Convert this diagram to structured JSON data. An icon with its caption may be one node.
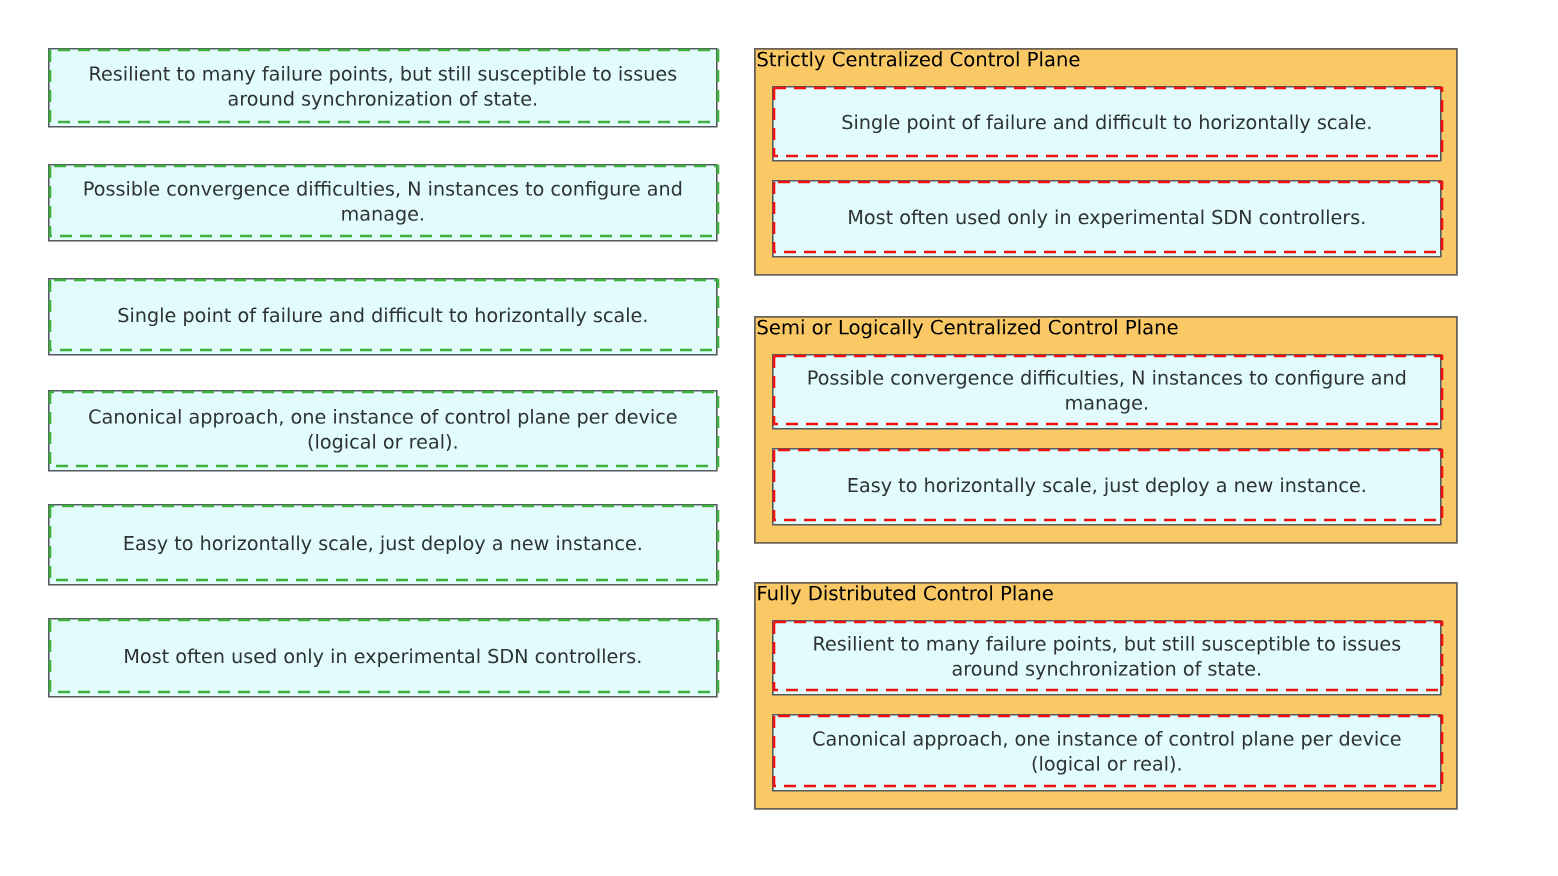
{
  "diagram": {
    "nodes": [
      {
        "text": [
          "Resilient to many failure points, but still susceptible to issues around synchronization of state."
        ]
      },
      {
        "text": [
          "Possible convergence difficulties, N instances to configure and manage."
        ]
      },
      {
        "text": [
          "Single point of failure and difficult to horizontally scale."
        ]
      },
      {
        "text": [
          "Canonical approach, one instance of control plane per device (logical or real)."
        ]
      },
      {
        "text": [
          "Easy to horizontally scale, just deploy a new instance."
        ]
      },
      {
        "text": [
          "Most often used only in experimental SDN controllers."
        ]
      },
      {
        "text": [
          "Strictly Centralized Control Plane"
        ]
      },
      {
        "text": [
          "Single point of failure and difficult to horizontally scale."
        ],
        "in": 6
      },
      {
        "text": [
          "Most often used only in experimental SDN controllers."
        ],
        "in": 6
      },
      {
        "text": [
          "Semi or Logically Centralized Control Plane"
        ]
      },
      {
        "text": [
          "Possible convergence difficulties, N instances to configure and manage."
        ],
        "in": 9
      },
      {
        "text": [
          "Easy to horizontally scale, just deploy a new instance."
        ],
        "in": 9
      },
      {
        "text": [
          "Fully Distributed Control Plane"
        ]
      },
      {
        "text": [
          "Resilient to many failure points, but still susceptible to issues around synchronization of state."
        ],
        "in": 12
      },
      {
        "text": [
          "Canonical approach, one instance of control plane per device (logical or real)."
        ],
        "in": 12
      }
    ]
  }
}
